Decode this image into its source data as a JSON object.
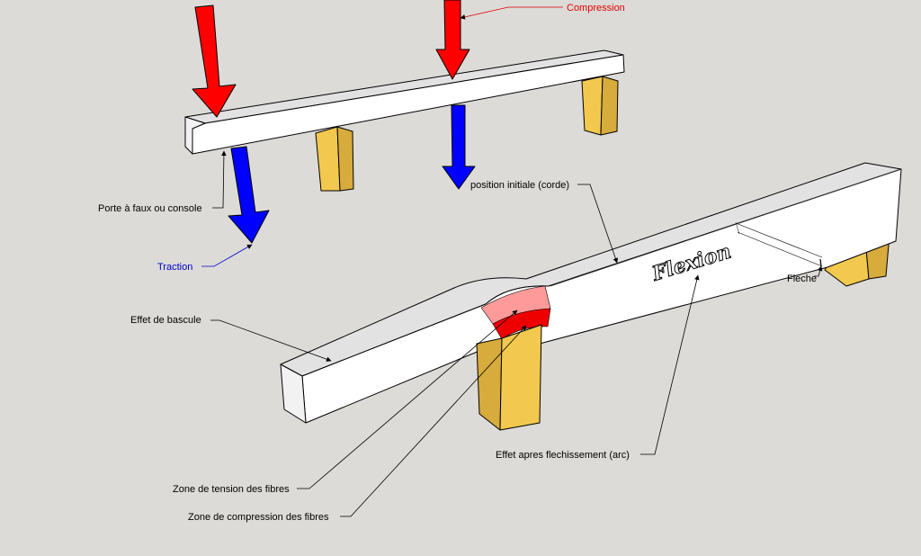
{
  "labels": {
    "compression": "Compression",
    "traction": "Traction",
    "porte_a_faux": "Porte à faux ou console",
    "position_initiale": "position initiale (corde)",
    "fleche": "Fleche",
    "effet_bascule": "Effet de bascule",
    "flexion": "Flexion",
    "effet_apres": "Effet apres flechissement (arc)",
    "zone_tension": "Zone de tension des fibres",
    "zone_compression": "Zone de compression des fibres"
  },
  "colors": {
    "background": "#dcdbd7",
    "compression_arrow": "#ff0000",
    "traction_arrow": "#0000ff",
    "beam_face": "#ffffff",
    "beam_top": "#e2e2e2",
    "beam_end": "#f2f2f2",
    "post_front": "#f2c84e",
    "post_side": "#d7ab3c",
    "zone_tension": "#ff9a9a",
    "zone_compression": "#ee0000"
  }
}
